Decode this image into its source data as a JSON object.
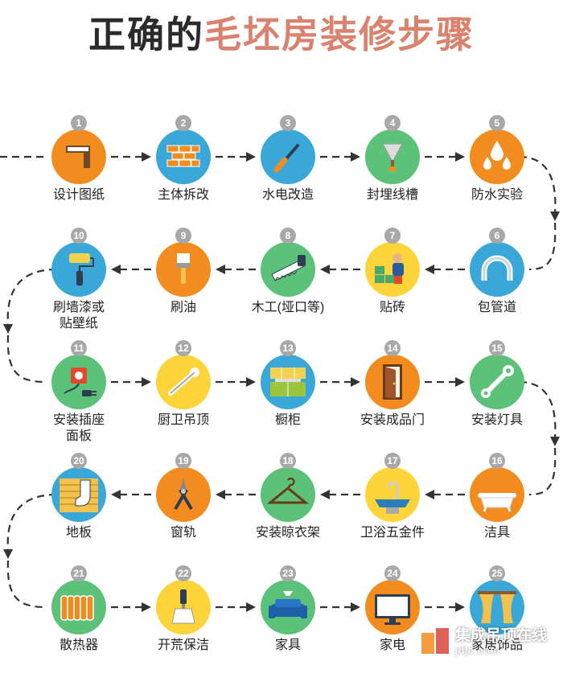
{
  "title": {
    "part1": "正确的",
    "part2": "毛坯房装修步骤",
    "color1": "#2b2b2b",
    "color2": "#d9826e"
  },
  "arrow_color": "#333333",
  "steps": [
    {
      "num": "1",
      "label": "设计图纸",
      "icon": "ruler-icon",
      "color": "#f28c1e"
    },
    {
      "num": "2",
      "label": "主体拆改",
      "icon": "brick-wall-icon",
      "color": "#39a8d9"
    },
    {
      "num": "3",
      "label": "水电改造",
      "icon": "screwdriver-icon",
      "color": "#39a8d9"
    },
    {
      "num": "4",
      "label": "封埋线槽",
      "icon": "trowel-icon",
      "color": "#5cc27a"
    },
    {
      "num": "5",
      "label": "防水实验",
      "icon": "water-drops-icon",
      "color": "#f28c1e"
    },
    {
      "num": "6",
      "label": "包管道",
      "icon": "pipe-icon",
      "color": "#39a8d9"
    },
    {
      "num": "7",
      "label": "贴砖",
      "icon": "tiler-icon",
      "color": "#fdd43a"
    },
    {
      "num": "8",
      "label": "木工(垭口等)",
      "icon": "saw-icon",
      "color": "#5cc27a"
    },
    {
      "num": "9",
      "label": "刷油",
      "icon": "paintbrush-icon",
      "color": "#f28c1e"
    },
    {
      "num": "10",
      "label": "刷墙漆或\n贴壁纸",
      "icon": "paint-roller-icon",
      "color": "#39a8d9"
    },
    {
      "num": "11",
      "label": "安装插座\n面板",
      "icon": "socket-plug-icon",
      "color": "#5cc27a"
    },
    {
      "num": "12",
      "label": "厨卫吊顶",
      "icon": "wrench-gauge-icon",
      "color": "#fdd43a"
    },
    {
      "num": "13",
      "label": "橱柜",
      "icon": "cabinet-icon",
      "color": "#39a8d9"
    },
    {
      "num": "14",
      "label": "安装成品门",
      "icon": "door-icon",
      "color": "#f28c1e"
    },
    {
      "num": "15",
      "label": "安装灯具",
      "icon": "wrench-icon",
      "color": "#5cc27a"
    },
    {
      "num": "16",
      "label": "洁具",
      "icon": "bathtub-icon",
      "color": "#f28c1e"
    },
    {
      "num": "17",
      "label": "卫浴五金件",
      "icon": "sink-faucet-icon",
      "color": "#fdd43a"
    },
    {
      "num": "18",
      "label": "安装晾衣架",
      "icon": "hanger-icon",
      "color": "#5cc27a"
    },
    {
      "num": "19",
      "label": "窗轨",
      "icon": "pliers-icon",
      "color": "#f28c1e"
    },
    {
      "num": "20",
      "label": "地板",
      "icon": "floor-boot-icon",
      "color": "#39a8d9"
    },
    {
      "num": "21",
      "label": "散热器",
      "icon": "radiator-icon",
      "color": "#5cc27a"
    },
    {
      "num": "22",
      "label": "开荒保洁",
      "icon": "scraper-icon",
      "color": "#fdd43a"
    },
    {
      "num": "23",
      "label": "家具",
      "icon": "sofa-icon",
      "color": "#5cc27a"
    },
    {
      "num": "24",
      "label": "家电",
      "icon": "tv-icon",
      "color": "#f28c1e"
    },
    {
      "num": "25",
      "label": "家居饰品",
      "icon": "curtain-icon",
      "color": "#39a8d9"
    }
  ],
  "watermark": {
    "text": "集成吊顶在线",
    "url": "jdjc.com"
  }
}
